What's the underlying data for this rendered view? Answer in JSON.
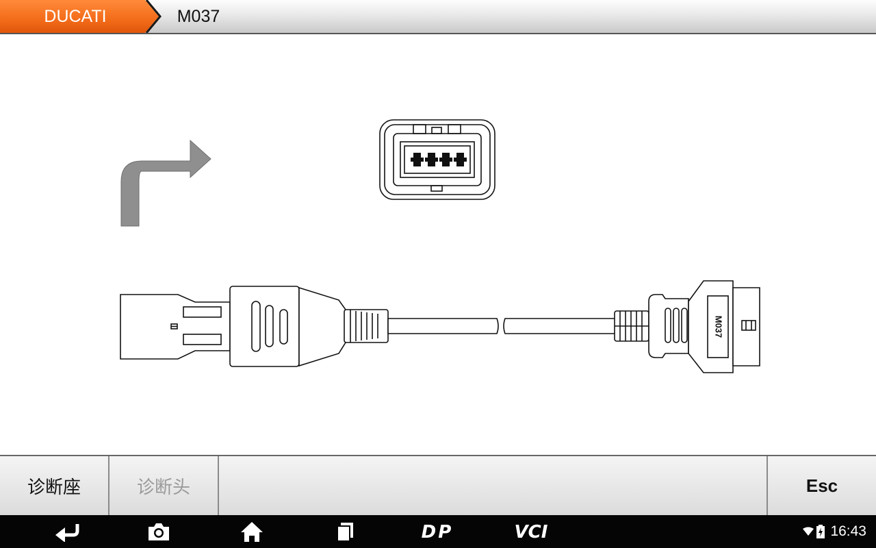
{
  "breadcrumb": {
    "brand": "DUCATI",
    "model": "M037"
  },
  "diagram": {
    "cable_label": "M037"
  },
  "buttons": {
    "connector": "诊断座",
    "head": "诊断头",
    "esc": "Esc"
  },
  "navbar": {
    "icons": [
      "back-icon",
      "camera-icon",
      "home-icon",
      "recent-apps-icon",
      "dp-logo-icon",
      "vci-logo-icon"
    ],
    "dp_label": "DP",
    "vci_label": "VCI",
    "time": "16:43"
  },
  "colors": {
    "accent": "#f36c1a",
    "arrow": "#8f8f8f",
    "navbar": "#050505"
  }
}
